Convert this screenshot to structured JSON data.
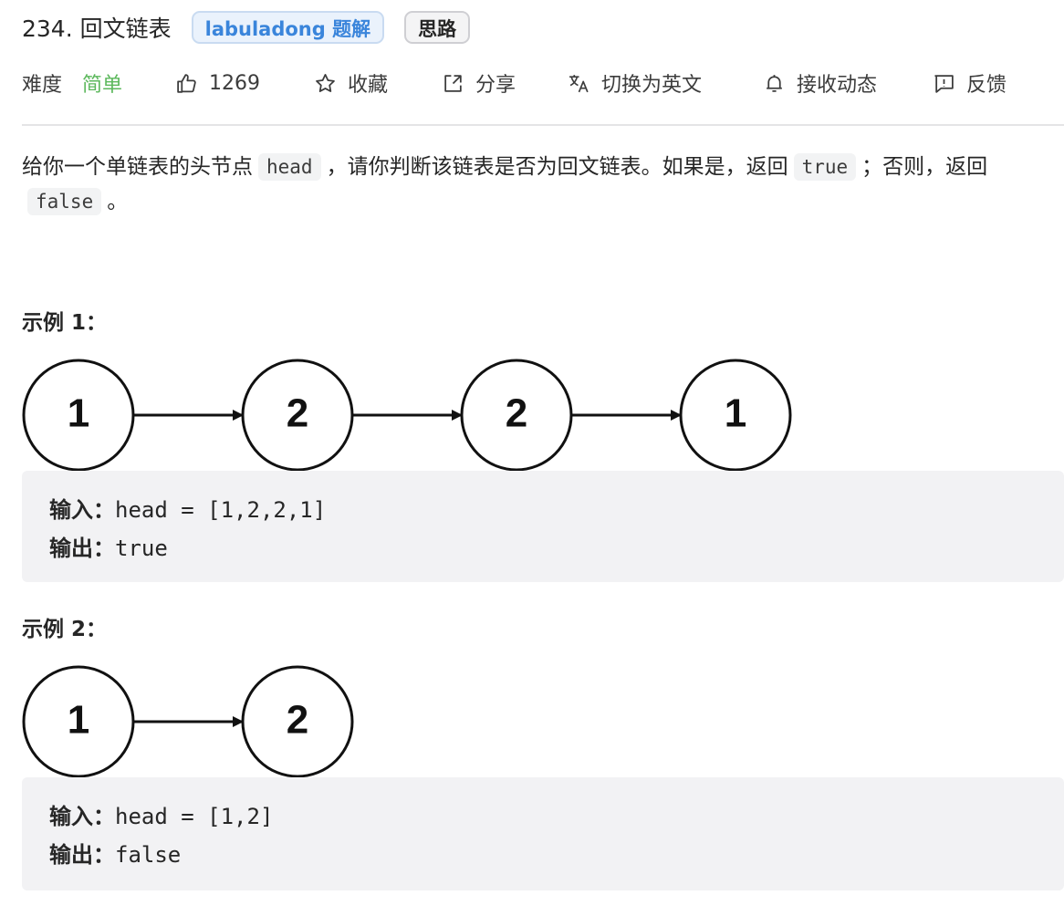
{
  "problem": {
    "title": "234. 回文链表",
    "tag_labuladong": "labuladong 题解",
    "tag_idea": "思路"
  },
  "meta": {
    "difficulty_label": "难度",
    "difficulty_value": "简单",
    "likes": "1269",
    "favorite": "收藏",
    "share": "分享",
    "translate": "切换为英文",
    "notify": "接收动态",
    "feedback": "反馈",
    "colors": {
      "easy": "#5cb85c",
      "tag_blue": "#3a85db"
    }
  },
  "description": {
    "part1": "给你一个单链表的头节点",
    "code1": "head",
    "part2": "，请你判断该链表是否为回文链表。如果是，返回",
    "code2": "true",
    "part3": "；否则，返回",
    "code3": "false",
    "part4": "。"
  },
  "examples": [
    {
      "title": "示例 1：",
      "nodes": [
        "1",
        "2",
        "2",
        "1"
      ],
      "input_label": "输入：",
      "input_value": "head = [1,2,2,1]",
      "output_label": "输出：",
      "output_value": "true"
    },
    {
      "title": "示例 2：",
      "nodes": [
        "1",
        "2"
      ],
      "input_label": "输入：",
      "input_value": "head = [1,2]",
      "output_label": "输出：",
      "output_value": "false"
    }
  ]
}
